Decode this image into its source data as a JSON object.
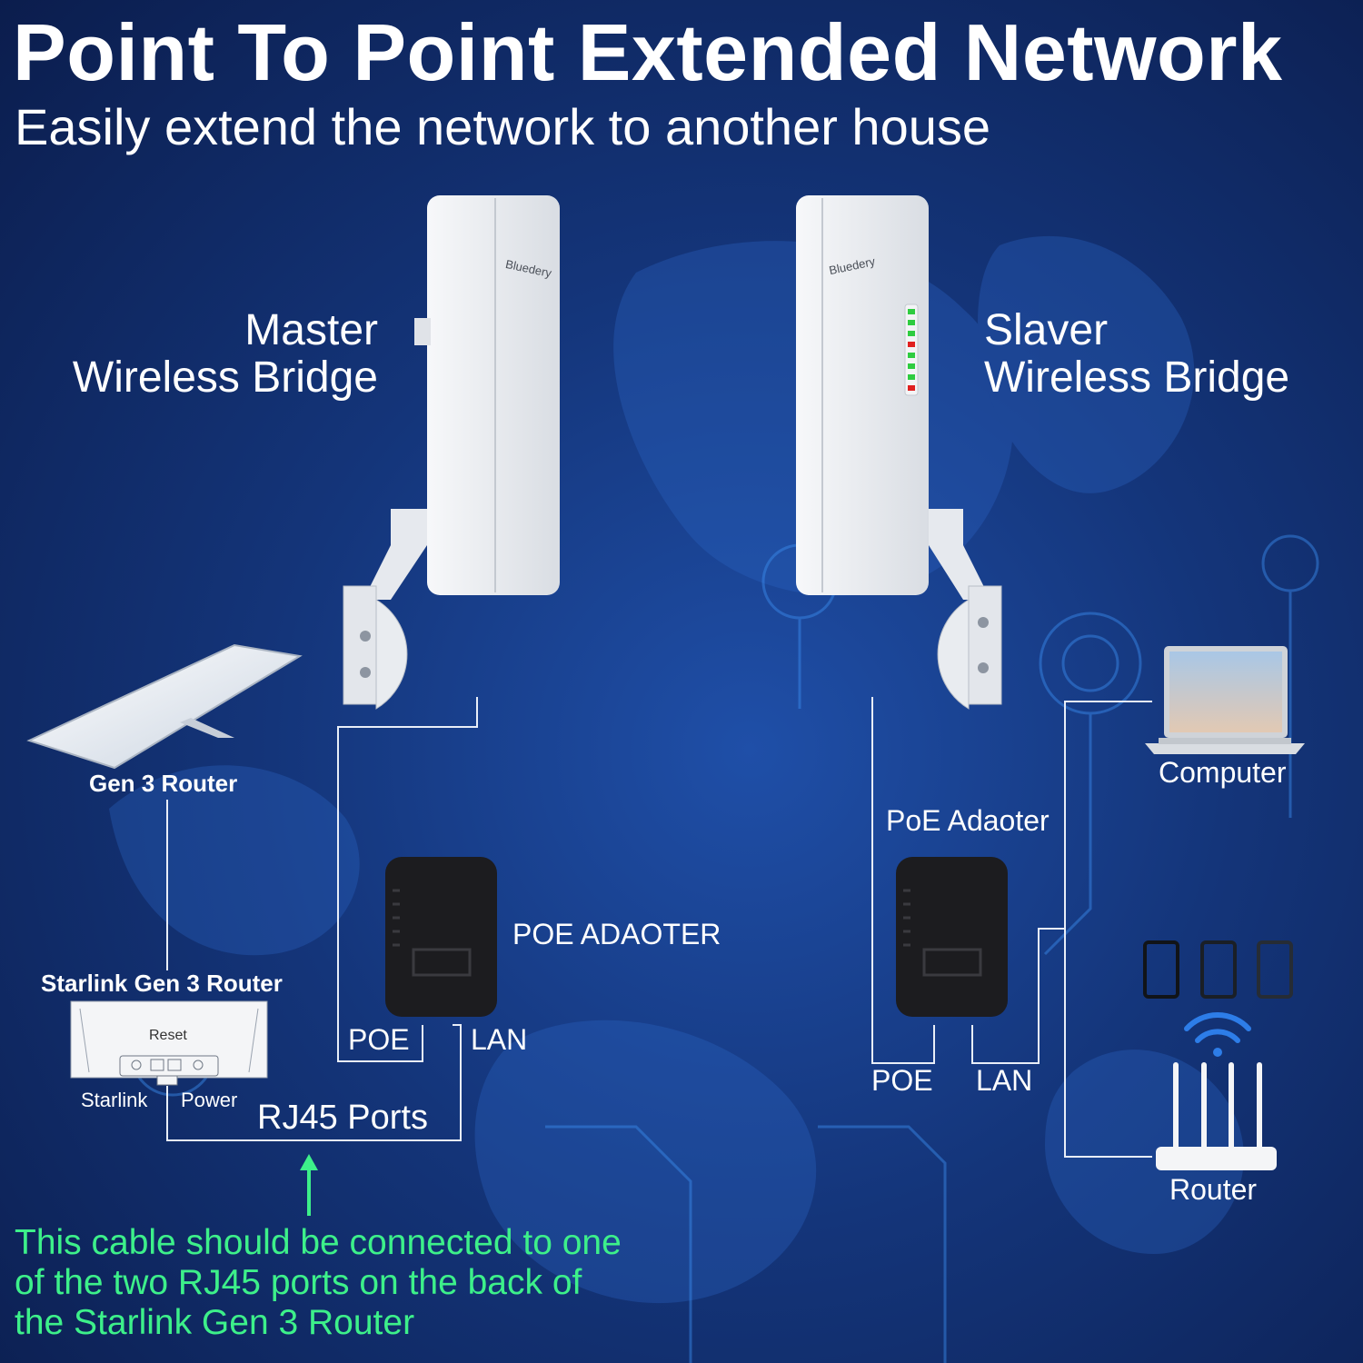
{
  "header": {
    "title": "Point To Point Extended Network",
    "subtitle": "Easily extend the network to another house"
  },
  "devices": {
    "master_label_line1": "Master",
    "master_label_line2": "Wireless Bridge",
    "slave_label_line1": "Slaver",
    "slave_label_line2": "Wireless Bridge",
    "brand_left": "Bluedery",
    "brand_right": "Bluedery",
    "gen3_router": "Gen 3 Router",
    "starlink_router": "Starlink Gen 3 Router",
    "reset": "Reset",
    "starlink_port": "Starlink",
    "power_port": "Power",
    "rj45_ports": "RJ45 Ports",
    "poe_adapter_left": "POE ADAOTER",
    "poe_adapter_right": "PoE Adaoter",
    "poe_left": "POE",
    "lan_left": "LAN",
    "poe_right": "POE",
    "lan_right": "LAN",
    "computer": "Computer",
    "router": "Router"
  },
  "note": {
    "line1": "This cable should be connected to one",
    "line2": "of the two RJ45 ports on the back of",
    "line3": "the Starlink Gen 3 Router"
  },
  "colors": {
    "background": "#14357a",
    "text": "#ffffff",
    "note": "#3df08a",
    "wire": "#e8eef8"
  }
}
